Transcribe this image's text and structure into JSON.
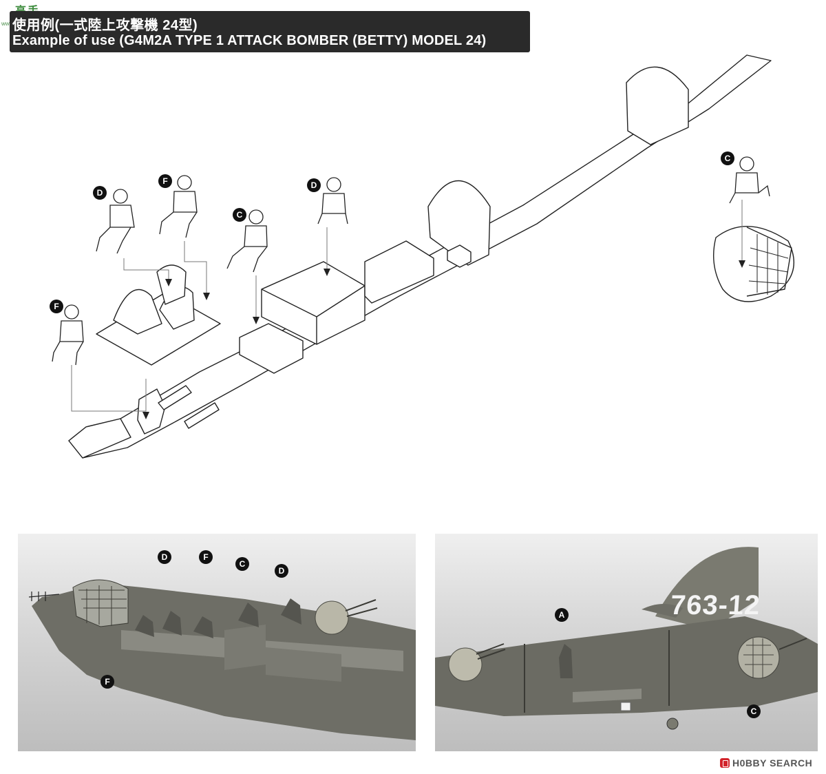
{
  "watermark": {
    "text": "高手网",
    "sub": "www.moduohu.com"
  },
  "header": {
    "title_jp": "使用例(一式陸上攻撃機 24型)",
    "title_en": "Example of use (G4M2A TYPE 1 ATTACK BOMBER (BETTY) MODEL 24)"
  },
  "diagram": {
    "labels": {
      "d_left": "D",
      "f_mid": "F",
      "c_mid": "C",
      "d_right": "D",
      "f_left": "F",
      "c_tail": "C"
    }
  },
  "photo_left": {
    "labels": {
      "d1": "D",
      "f1": "F",
      "c1": "C",
      "d2": "D",
      "f2": "F"
    }
  },
  "photo_right": {
    "tail_number": "763-12",
    "labels": {
      "a1": "A",
      "c1": "C"
    }
  },
  "footer": {
    "brand": "H0BBY SEARCH"
  },
  "colors": {
    "header_bg": "#2a2a2a",
    "badge": "#111111",
    "brand_red": "#d2232a"
  }
}
